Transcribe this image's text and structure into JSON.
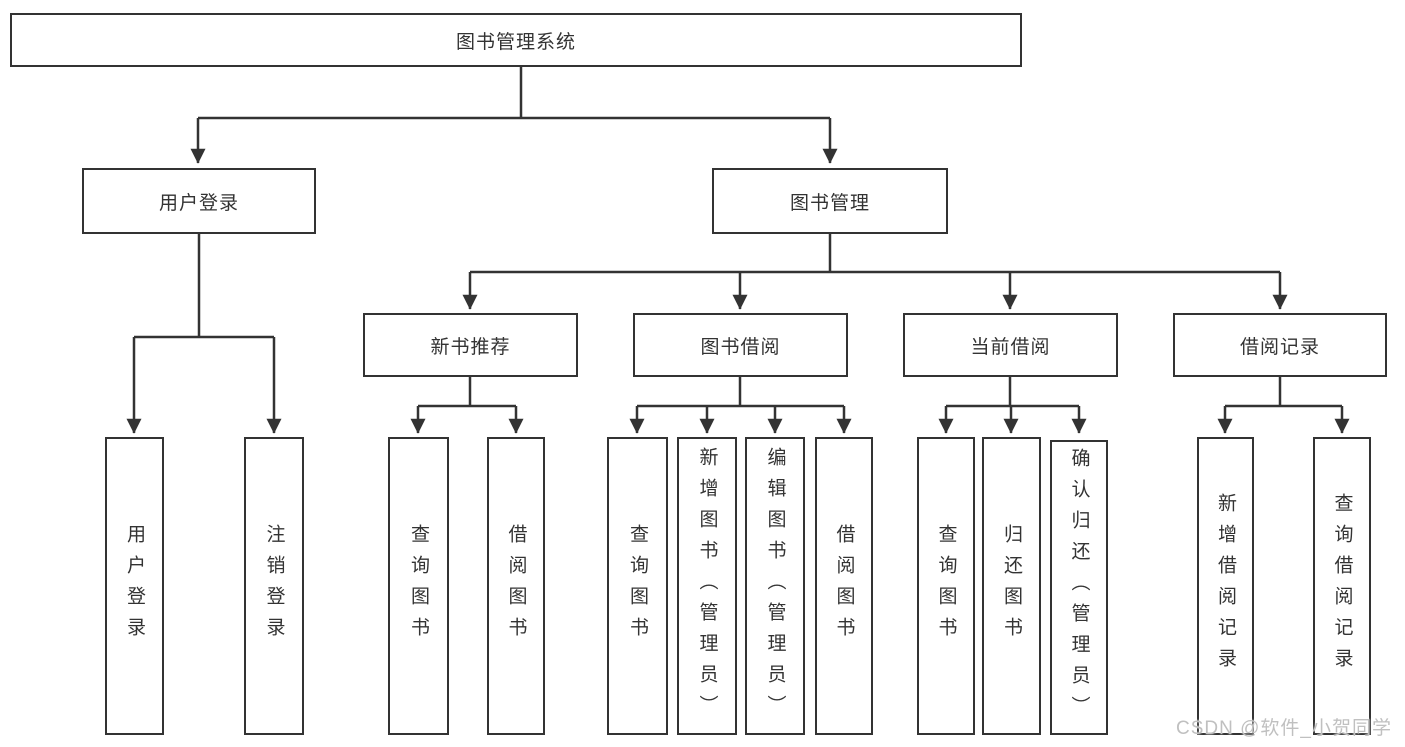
{
  "colors": {
    "line": "#333333",
    "box_border": "#333333",
    "box_background": "#ffffff",
    "page_background": "#ffffff",
    "watermark_text": "#c0c0c0"
  },
  "watermark": {
    "text": "CSDN @软件_小贺同学"
  },
  "tree": {
    "root": {
      "label": "图书管理系统",
      "children": [
        {
          "label": "用户登录",
          "children": [
            {
              "label": "用户登录"
            },
            {
              "label": "注销登录"
            }
          ]
        },
        {
          "label": "图书管理",
          "children": [
            {
              "label": "新书推荐",
              "children": [
                {
                  "label": "查询图书"
                },
                {
                  "label": "借阅图书"
                }
              ]
            },
            {
              "label": "图书借阅",
              "children": [
                {
                  "label": "查询图书"
                },
                {
                  "label": "新增图书（管理员）"
                },
                {
                  "label": "编辑图书（管理员）"
                },
                {
                  "label": "借阅图书"
                }
              ]
            },
            {
              "label": "当前借阅",
              "children": [
                {
                  "label": "查询图书"
                },
                {
                  "label": "归还图书"
                },
                {
                  "label": "确认归还（管理员）"
                }
              ]
            },
            {
              "label": "借阅记录",
              "children": [
                {
                  "label": "新增借阅记录"
                },
                {
                  "label": "查询借阅记录"
                }
              ]
            }
          ]
        }
      ]
    }
  }
}
